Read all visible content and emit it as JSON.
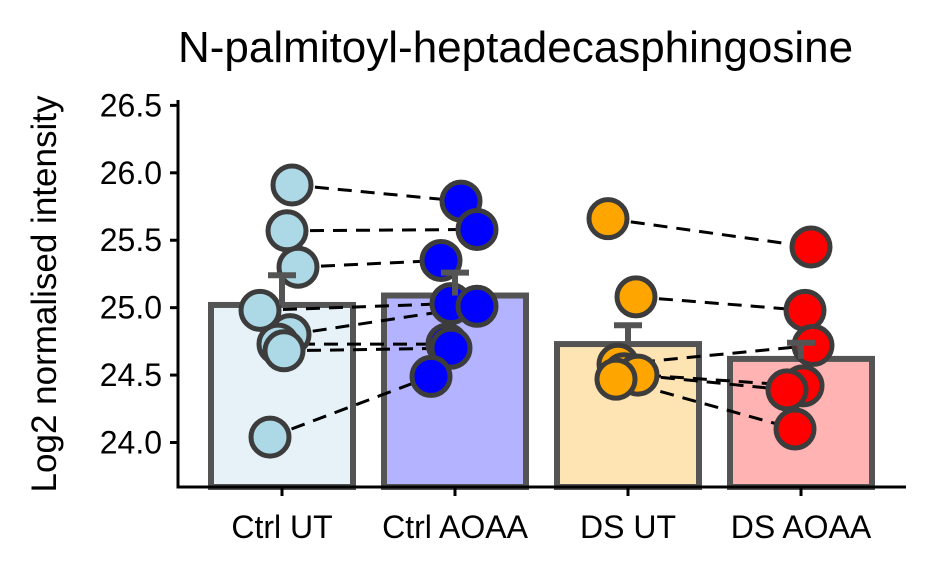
{
  "chart_data": {
    "type": "bar",
    "title": "N-palmitoyl-heptadecasphingosine",
    "ylabel": "Log2 normalised intensity",
    "xlabel": "",
    "ylim": [
      23.67,
      26.54
    ],
    "yticks": [
      24.0,
      24.5,
      25.0,
      25.5,
      26.0,
      26.5
    ],
    "ytick_labels": [
      "24.0",
      "24.5",
      "25.0",
      "25.5",
      "26.0",
      "26.5"
    ],
    "categories": [
      "Ctrl UT",
      "Ctrl AOAA",
      "DS UT",
      "DS AOAA"
    ],
    "bars": [
      {
        "category": "Ctrl UT",
        "mean": 25.02,
        "error": 0.22,
        "fill": "#e6f2f8",
        "point_color": "#add8e6"
      },
      {
        "category": "Ctrl AOAA",
        "mean": 25.09,
        "error": 0.17,
        "fill": "#b3b3ff",
        "point_color": "#0000ff"
      },
      {
        "category": "DS UT",
        "mean": 24.73,
        "error": 0.14,
        "fill": "#ffe4b3",
        "point_color": "#ffa500"
      },
      {
        "category": "DS AOAA",
        "mean": 24.62,
        "error": 0.12,
        "fill": "#ffb3b3",
        "point_color": "#ff0000"
      }
    ],
    "pairs": [
      {
        "group": "Ctrl",
        "before": [
          25.91,
          25.57,
          25.3,
          24.98,
          24.8,
          24.73,
          24.68,
          24.04
        ],
        "after": [
          25.79,
          25.58,
          25.35,
          25.03,
          25.01,
          24.73,
          24.7,
          24.49
        ]
      },
      {
        "group": "DS",
        "before": [
          25.66,
          25.08,
          24.58,
          24.51,
          24.5,
          24.47
        ],
        "after": [
          25.45,
          24.98,
          24.72,
          24.42,
          24.39,
          24.1
        ]
      }
    ],
    "grid": false,
    "legend": "none"
  }
}
